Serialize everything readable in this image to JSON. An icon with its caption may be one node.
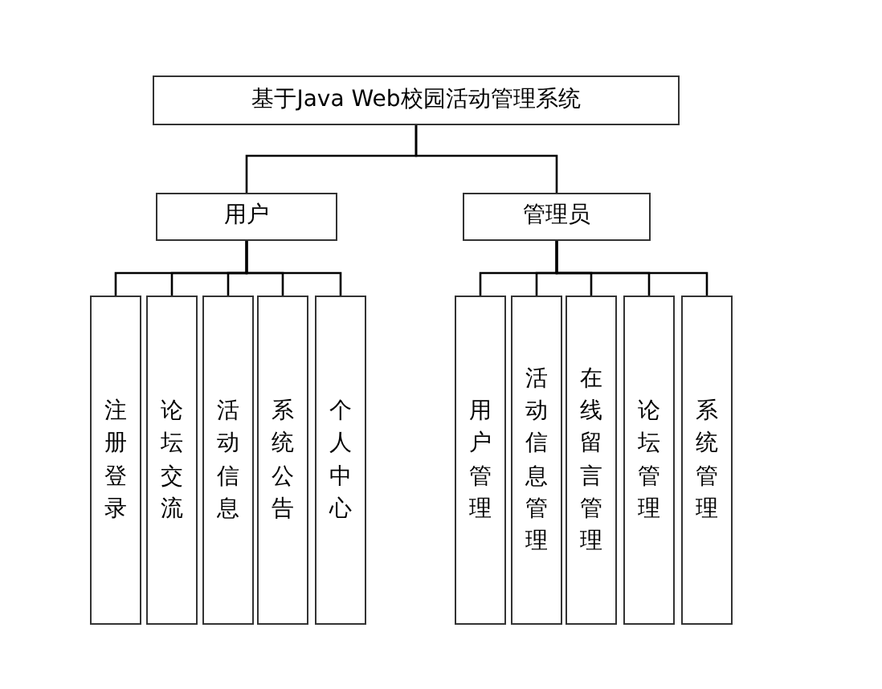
{
  "diagram": {
    "nodes": [
      {
        "text": [
          "基于Java Web校园活动管理系统"
        ]
      },
      {
        "text": [
          "用户"
        ]
      },
      {
        "text": [
          "管理员"
        ]
      },
      {
        "text": [
          "注册登录"
        ]
      },
      {
        "text": [
          "论坛交流"
        ]
      },
      {
        "text": [
          "活动信息"
        ]
      },
      {
        "text": [
          "系统公告"
        ]
      },
      {
        "text": [
          "个人中心"
        ]
      },
      {
        "text": [
          "用户管理"
        ]
      },
      {
        "text": [
          "活动信息管理"
        ]
      },
      {
        "text": [
          "在线留言管理"
        ]
      },
      {
        "text": [
          "论坛管理"
        ]
      },
      {
        "text": [
          "系统管理"
        ]
      }
    ],
    "edges": [
      {
        "from": 0,
        "to": 1,
        "arrow": "none"
      },
      {
        "from": 0,
        "to": 2,
        "arrow": "none"
      },
      {
        "from": 1,
        "to": 3,
        "arrow": "none"
      },
      {
        "from": 1,
        "to": 4,
        "arrow": "none"
      },
      {
        "from": 1,
        "to": 5,
        "arrow": "none"
      },
      {
        "from": 1,
        "to": 6,
        "arrow": "none"
      },
      {
        "from": 1,
        "to": 7,
        "arrow": "none"
      },
      {
        "from": 2,
        "to": 8,
        "arrow": "none"
      },
      {
        "from": 2,
        "to": 9,
        "arrow": "none"
      },
      {
        "from": 2,
        "to": 10,
        "arrow": "none"
      },
      {
        "from": 2,
        "to": 11,
        "arrow": "none"
      },
      {
        "from": 2,
        "to": 12,
        "arrow": "none"
      }
    ]
  }
}
